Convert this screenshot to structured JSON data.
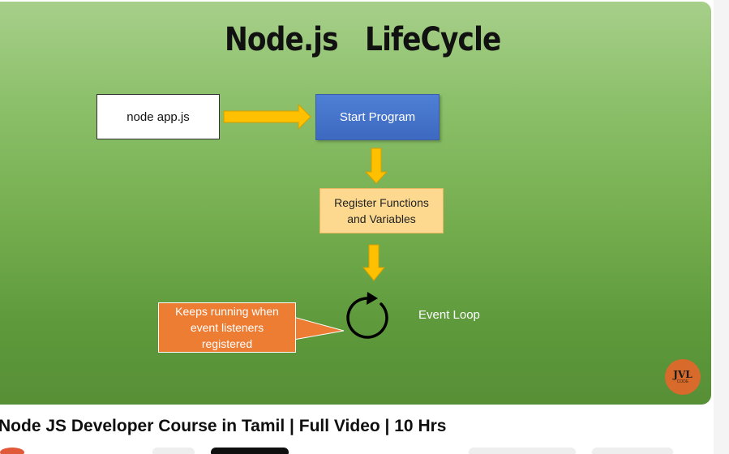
{
  "slide": {
    "title": "Node.js   LifeCycle",
    "command_box": "node app.js",
    "start_box": "Start Program",
    "register_box_line1": "Register Functions",
    "register_box_line2": "and Variables",
    "callout_line1": "Keeps running when",
    "callout_line2": "event listeners",
    "callout_line3": "registered",
    "loop_label": "Event Loop",
    "colors": {
      "background_top": "#a7cf8a",
      "background_bottom": "#578f36",
      "arrow": "#ffc000",
      "start_box": "#4472c4",
      "register_box": "#fdd990",
      "callout": "#ee7d34"
    }
  },
  "channel": {
    "logo_mark": "JVL",
    "logo_sub": "CODE"
  },
  "video": {
    "title": "Node JS Developer Course in Tamil | Full Video | 10 Hrs"
  },
  "icons": {
    "loop": "circular-arrow-icon",
    "arrows": "right-arrow-icon, down-arrow-icon"
  }
}
